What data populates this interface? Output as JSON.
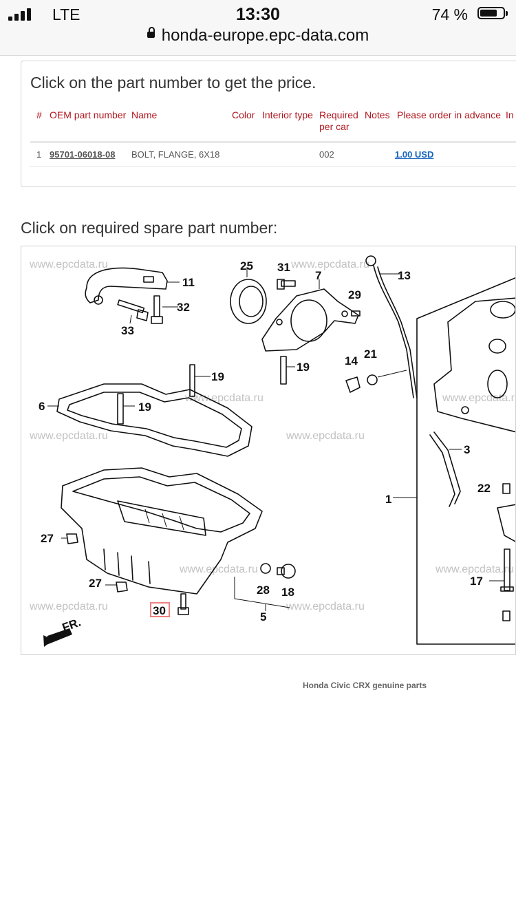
{
  "status_bar": {
    "carrier": "LTE",
    "time": "13:30",
    "battery_percent": "74 %",
    "battery_level": 0.74,
    "signal_icon": "cell-signal-icon",
    "battery_icon": "battery-icon"
  },
  "browser": {
    "url": "honda-europe.epc-data.com",
    "lock_icon": "lock-icon"
  },
  "parts_table": {
    "title": "Click on the part number to get the price.",
    "columns": {
      "index": "#",
      "oem": "OEM part number",
      "name": "Name",
      "color": "Color",
      "interior": "Interior type",
      "required_1": "Required",
      "required_2": "per car",
      "notes": "Notes",
      "order": "Please order in advance",
      "in": "In"
    },
    "rows": [
      {
        "index": "1",
        "oem": "95701-06018-08",
        "name": "BOLT, FLANGE, 6X18",
        "required": "002",
        "price": "1.00 USD"
      }
    ]
  },
  "diagram": {
    "title": "Click on required spare part number:",
    "watermark": "www.epcdata.ru",
    "callouts": [
      "25",
      "31",
      "7",
      "13",
      "11",
      "32",
      "33",
      "29",
      "14",
      "21",
      "19",
      "19",
      "6",
      "19",
      "3",
      "1",
      "22",
      "27",
      "27",
      "28",
      "18",
      "5",
      "30",
      "17"
    ],
    "highlighted": "30",
    "direction_label": "FR."
  },
  "footer": {
    "text": "Honda Civic CRX genuine parts"
  },
  "colors": {
    "header_red": "#b0171f",
    "price_blue": "#1565c0",
    "highlight": "#f08080"
  }
}
